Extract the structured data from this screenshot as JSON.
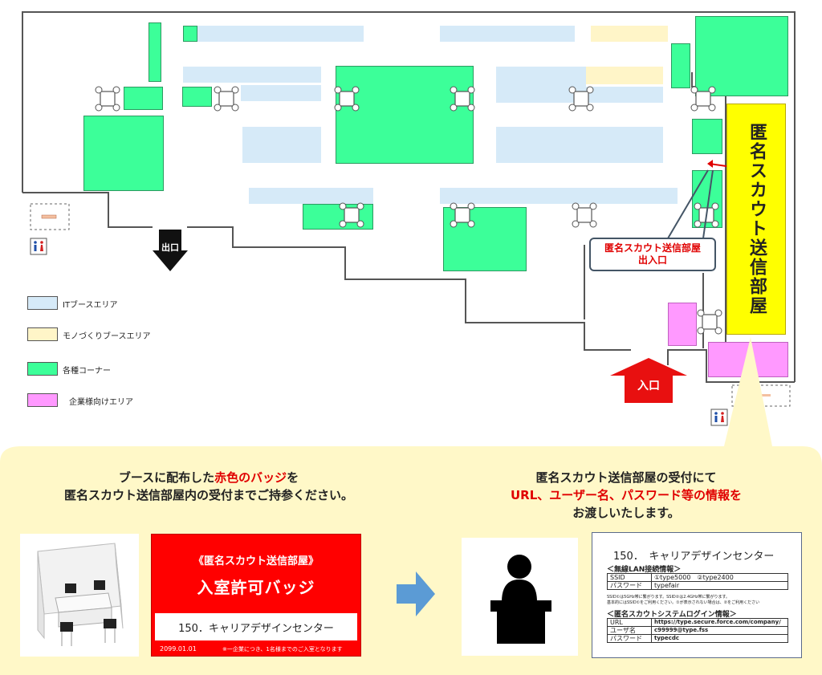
{
  "map": {
    "scout_room_label": "匿名スカウト送信部屋",
    "door_callout": [
      "匿名スカウト送信部屋",
      "出入口"
    ],
    "exit_label": "出口",
    "entrance_label": "入口"
  },
  "legend": [
    {
      "label": "ITブースエリア",
      "color": "#d6eaf8"
    },
    {
      "label": "モノづくりブースエリア",
      "color": "#fff5c8"
    },
    {
      "label": "各種コーナー",
      "color": "#3cff99"
    },
    {
      "label": "企業様向けエリア",
      "color": "#ff99ff"
    }
  ],
  "colors": {
    "panel": "#fff8c8",
    "accent_red": "#e00000",
    "arrow_blue": "#5b9bd5"
  },
  "icons": [
    "restroom-icon",
    "exit-arrow-icon",
    "entrance-arrow-icon",
    "reception-desk-icon",
    "next-arrow-icon"
  ],
  "info": {
    "left_text_pre": "ブースに配布した",
    "left_text_highlight": "赤色のバッジ",
    "left_text_post": "を",
    "left_text_line2": "匿名スカウト送信部屋内の受付までご持参ください。",
    "right_line1": "匿名スカウト送信部屋の受付にて",
    "right_line2": "URL、ユーザー名、パスワード等の情報を",
    "right_line3": "お渡しいたします。"
  },
  "badge": {
    "header": "《匿名スカウト送信部屋》",
    "title": "入室許可バッジ",
    "org": "150．キャリアデザインセンター",
    "date": "2099.01.01",
    "note": "※一企業につき、1名様までのご入室となります"
  },
  "card": {
    "org": "150．　キャリアデザインセンター",
    "lan_heading": "＜無線LAN接続情報＞",
    "lan_rows": [
      [
        "SSID",
        "①type5000　②type2400"
      ],
      [
        "パスワード",
        "typefair"
      ]
    ],
    "lan_notes": [
      "SSID①は5GHz帯に繋がります。SSID②は2.4GHz帯に繋がります。",
      "基本的にはSSID①をご利用ください。①が表示されない場合は、②をご利用ください"
    ],
    "login_heading": "＜匿名スカウトシステムログイン情報＞",
    "login_rows": [
      [
        "URL",
        "https://type.secure.force.com/company/"
      ],
      [
        "ユーザ名",
        "c99999@type.fss"
      ],
      [
        "パスワード",
        "typecdc"
      ]
    ]
  }
}
